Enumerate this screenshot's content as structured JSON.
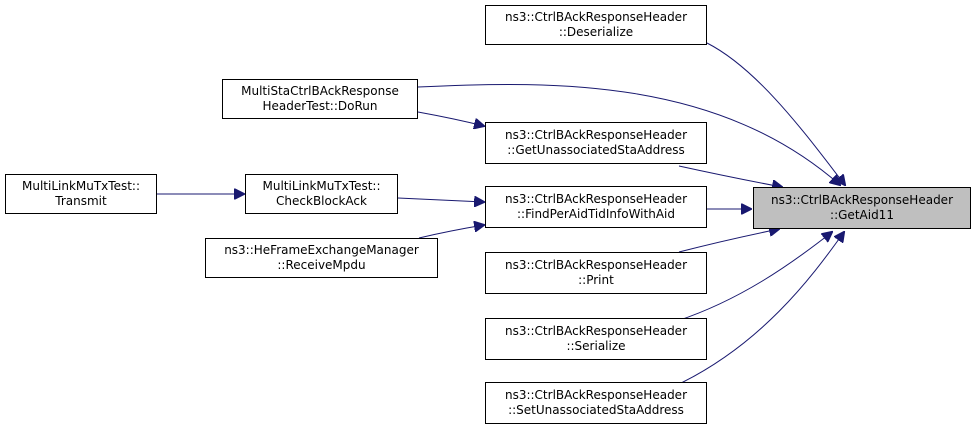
{
  "graph": {
    "edge_color": "#191970",
    "target_fill": "#bfbfbf",
    "nodes": {
      "target": {
        "line1": "ns3::CtrlBAckResponseHeader",
        "line2": "::GetAid11"
      },
      "deserialize": {
        "line1": "ns3::CtrlBAckResponseHeader",
        "line2": "::Deserialize"
      },
      "multista_dorun": {
        "line1": "MultiStaCtrlBAckResponse",
        "line2": "HeaderTest::DoRun"
      },
      "get_unassociated": {
        "line1": "ns3::CtrlBAckResponseHeader",
        "line2": "::GetUnassociatedStaAddress"
      },
      "find_per_aid": {
        "line1": "ns3::CtrlBAckResponseHeader",
        "line2": "::FindPerAidTidInfoWithAid"
      },
      "print": {
        "line1": "ns3::CtrlBAckResponseHeader",
        "line2": "::Print"
      },
      "serialize": {
        "line1": "ns3::CtrlBAckResponseHeader",
        "line2": "::Serialize"
      },
      "set_unassociated": {
        "line1": "ns3::CtrlBAckResponseHeader",
        "line2": "::SetUnassociatedStaAddress"
      },
      "check_block_ack": {
        "line1": "MultiLinkMuTxTest::",
        "line2": "CheckBlockAck"
      },
      "transmit": {
        "line1": "MultiLinkMuTxTest::",
        "line2": "Transmit"
      },
      "receive_mpdu": {
        "line1": "ns3::HeFrameExchangeManager",
        "line2": "::ReceiveMpdu"
      }
    },
    "edges": [
      {
        "from": "deserialize",
        "to": "target"
      },
      {
        "from": "multista_dorun",
        "to": "target"
      },
      {
        "from": "get_unassociated",
        "to": "target"
      },
      {
        "from": "find_per_aid",
        "to": "target"
      },
      {
        "from": "print",
        "to": "target"
      },
      {
        "from": "serialize",
        "to": "target"
      },
      {
        "from": "set_unassociated",
        "to": "target"
      },
      {
        "from": "multista_dorun",
        "to": "get_unassociated"
      },
      {
        "from": "check_block_ack",
        "to": "find_per_aid"
      },
      {
        "from": "receive_mpdu",
        "to": "find_per_aid"
      },
      {
        "from": "transmit",
        "to": "check_block_ack"
      }
    ]
  }
}
